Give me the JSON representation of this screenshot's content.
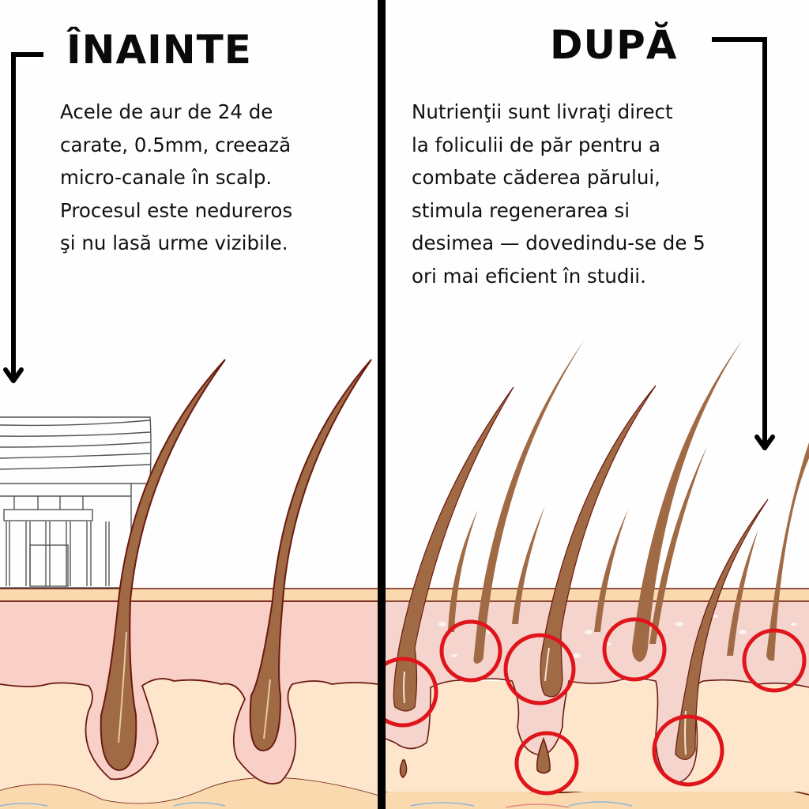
{
  "before": {
    "title": "ÎNAINTE",
    "lines": [
      "Acele de aur de 24 de",
      "carate, 0.5mm, creează",
      "micro-canale în scalp.",
      "Procesul este nedureros",
      "şi nu lasă urme vizibile."
    ]
  },
  "after": {
    "title": "DUPĂ",
    "lines": [
      "Nutrienţii sunt livraţi direct",
      "la foliculii de păr pentru a",
      "combate căderea părului,",
      "stimula regenerarea si",
      "desimea — dovedindu-se de 5",
      "ori mai eficient în studii."
    ]
  },
  "colors": {
    "arrow": "#000000",
    "divider": "#000000",
    "epidermis": "#fbd9ae",
    "dermis": "#f8d0c8",
    "subcutis": "#fde6cc",
    "outline": "#6b1a10",
    "hair": "#a06a45",
    "highlight_circle": "#e0151b"
  },
  "icons": {
    "left_arrow": "down-arrow",
    "right_arrow": "down-arrow",
    "device": "microneedle-device"
  }
}
